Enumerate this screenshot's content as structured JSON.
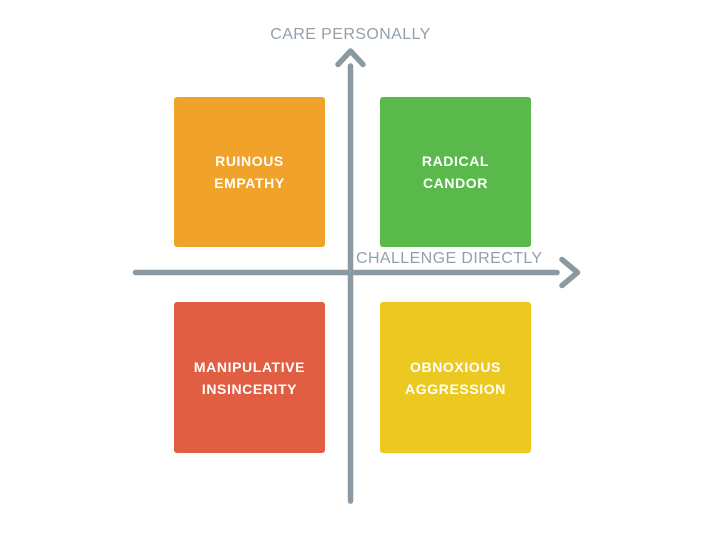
{
  "axes": {
    "y_label": "CARE PERSONALLY",
    "x_label": "CHALLENGE DIRECTLY",
    "color": "#8A99A2"
  },
  "quadrants": {
    "top_left": {
      "label": "RUINOUS\nEMPATHY",
      "color": "#F0A22B"
    },
    "top_right": {
      "label": "RADICAL\nCANDOR",
      "color": "#59BA4B"
    },
    "bottom_left": {
      "label": "MANIPULATIVE\nINSINCERITY",
      "color": "#E15E43"
    },
    "bottom_right": {
      "label": "OBNOXIOUS\nAGGRESSION",
      "color": "#ECC920"
    }
  }
}
